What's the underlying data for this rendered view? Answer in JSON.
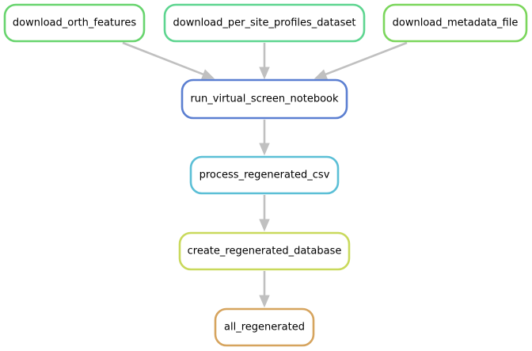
{
  "workflow": {
    "nodes": [
      {
        "id": "n0",
        "label": "download_orth_features",
        "color": "#68d46e"
      },
      {
        "id": "n1",
        "label": "download_per_site_profiles_dataset",
        "color": "#5ed590"
      },
      {
        "id": "n2",
        "label": "download_metadata_file",
        "color": "#7bd65c"
      },
      {
        "id": "n3",
        "label": "run_virtual_screen_notebook",
        "color": "#5b7fd1"
      },
      {
        "id": "n4",
        "label": "process_regenerated_csv",
        "color": "#5bbfd6"
      },
      {
        "id": "n5",
        "label": "create_regenerated_database",
        "color": "#c9d95c"
      },
      {
        "id": "n6",
        "label": "all_regenerated",
        "color": "#d6a45e"
      }
    ],
    "edges": [
      {
        "from": "n0",
        "to": "n3"
      },
      {
        "from": "n1",
        "to": "n3"
      },
      {
        "from": "n2",
        "to": "n3"
      },
      {
        "from": "n3",
        "to": "n4"
      },
      {
        "from": "n4",
        "to": "n5"
      },
      {
        "from": "n5",
        "to": "n6"
      }
    ]
  }
}
